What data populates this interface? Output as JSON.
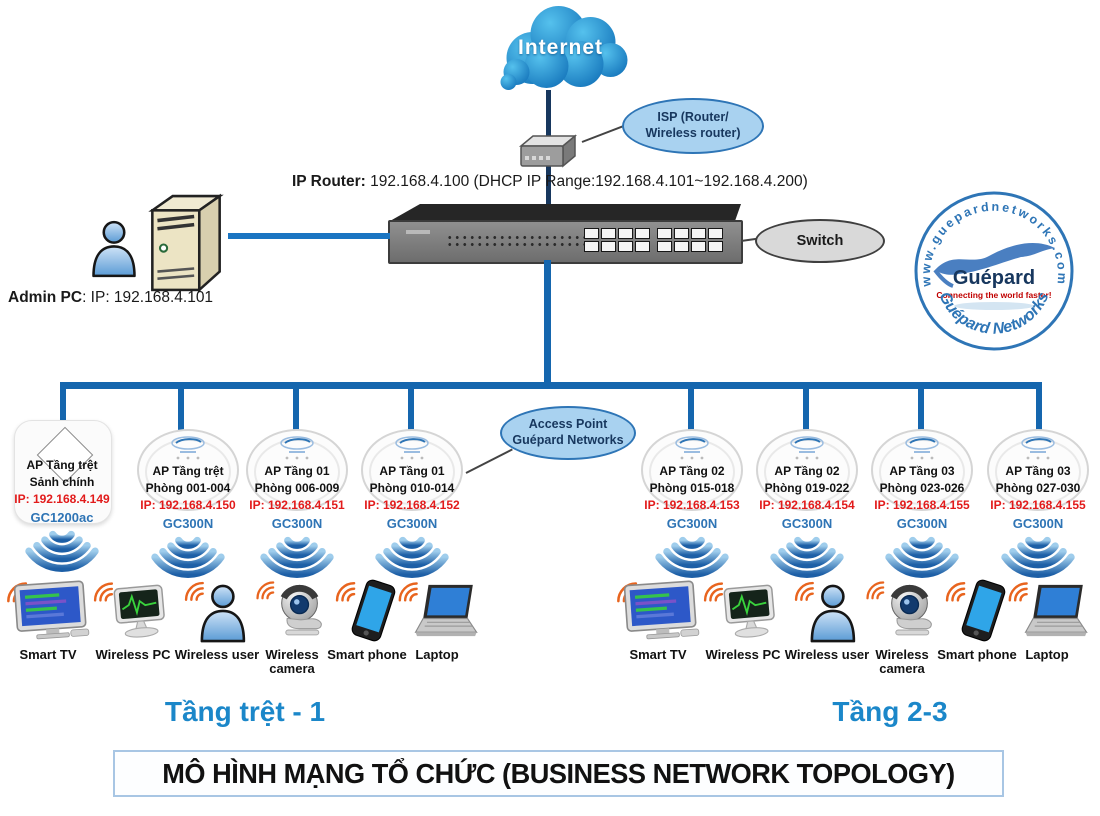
{
  "internet": {
    "label": "Internet"
  },
  "isp_callout": {
    "line1": "ISP (Router/",
    "line2": "Wireless router)"
  },
  "ip_router": {
    "bold": "IP Router:",
    "rest": " 192.168.4.100 (DHCP IP Range:192.168.4.101~192.168.4.200)"
  },
  "switch_callout": {
    "label": "Switch"
  },
  "admin_pc": {
    "bold": "Admin PC",
    "rest": ": IP: 192.168.4.101"
  },
  "logo": {
    "top_text": "www.guepardnetworks.com",
    "name": "Guépard",
    "tagline": "Connecting the world faster!",
    "bottom_text": "Guépard Networks"
  },
  "ap_callout": {
    "line1": "Access Point",
    "line2": "Guépard Networks"
  },
  "aps": [
    {
      "line1": "AP Tầng trệt",
      "line2": "Sảnh chính",
      "ip": "IP: 192.168.4.149",
      "model": "GC1200ac"
    },
    {
      "line1": "AP Tầng trệt",
      "line2": "Phòng 001-004",
      "ip": "IP: 192.168.4.150",
      "model": "GC300N"
    },
    {
      "line1": "AP Tầng 01",
      "line2": "Phòng 006-009",
      "ip": "IP: 192.168.4.151",
      "model": "GC300N"
    },
    {
      "line1": "AP Tầng 01",
      "line2": "Phòng 010-014",
      "ip": "IP: 192.168.4.152",
      "model": "GC300N"
    },
    {
      "line1": "AP Tầng 02",
      "line2": "Phòng 015-018",
      "ip": "IP: 192.168.4.153",
      "model": "GC300N"
    },
    {
      "line1": "AP Tầng 02",
      "line2": "Phòng 019-022",
      "ip": "IP: 192.168.4.154",
      "model": "GC300N"
    },
    {
      "line1": "AP Tầng 03",
      "line2": "Phòng 023-026",
      "ip": "IP: 192.168.4.155",
      "model": "GC300N"
    },
    {
      "line1": "AP Tầng 03",
      "line2": "Phòng 027-030",
      "ip": "IP: 192.168.4.155",
      "model": "GC300N"
    }
  ],
  "devices": {
    "labels": [
      "Smart TV",
      "Wireless PC",
      "Wireless user",
      "Wireless camera",
      "Smart phone",
      "Laptop"
    ]
  },
  "sections": {
    "left": "Tầng trệt - 1",
    "right": "Tầng 2-3"
  },
  "title": "MÔ HÌNH MẠNG TỔ CHỨC (BUSINESS NETWORK TOPOLOGY)",
  "colors": {
    "cloud_blue": "#1a84c8",
    "top_line_navy": "#17375e",
    "network_line_blue": "#1566ae",
    "callout_blue_fill": "#a9d2f0",
    "callout_gray_fill": "#d9d9d9",
    "ip_red": "#e21b1b",
    "model_blue": "#2e74b5",
    "section_blue": "#1b87c9",
    "wifi_orange": "#e8641e"
  }
}
